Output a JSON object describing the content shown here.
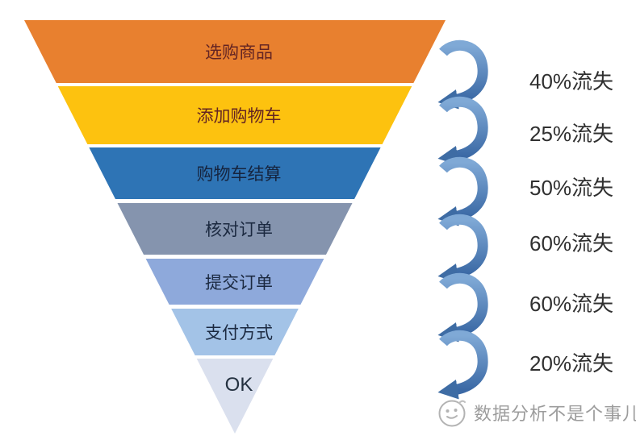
{
  "chart_data": {
    "type": "funnel",
    "title": "",
    "stages": [
      {
        "label": "选购商品",
        "color": "#E8802F",
        "text_color": "#632423"
      },
      {
        "label": "添加购物车",
        "color": "#FDC20F",
        "text_color": "#632423"
      },
      {
        "label": "购物车结算",
        "color": "#2E74B5",
        "text_color": "#16243E"
      },
      {
        "label": "核对订单",
        "color": "#8594AE",
        "text_color": "#1B2940"
      },
      {
        "label": "提交订单",
        "color": "#8EA9DB",
        "text_color": "#1B2940"
      },
      {
        "label": "支付方式",
        "color": "#A3C3E7",
        "text_color": "#1B2940"
      },
      {
        "label": "OK",
        "color": "#DAE0EE",
        "text_color": "#23303F"
      }
    ],
    "losses": [
      {
        "label": "40%流失",
        "value": 40
      },
      {
        "label": "25%流失",
        "value": 25
      },
      {
        "label": "50%流失",
        "value": 50
      },
      {
        "label": "60%流失",
        "value": 60
      },
      {
        "label": "60%流失",
        "value": 60
      },
      {
        "label": "20%流失",
        "value": 20
      }
    ],
    "loss_text_color": "#303030",
    "arrow_color_light": "#7FA9D6",
    "arrow_color_dark": "#3B69A5",
    "arrow_head_color": "#3E6CA4",
    "legend_position": "none",
    "grid": false
  },
  "watermark": {
    "text": "数据分析不是个事儿",
    "color": "#9c9c9c",
    "logo_icon": "mascot-face-icon"
  }
}
